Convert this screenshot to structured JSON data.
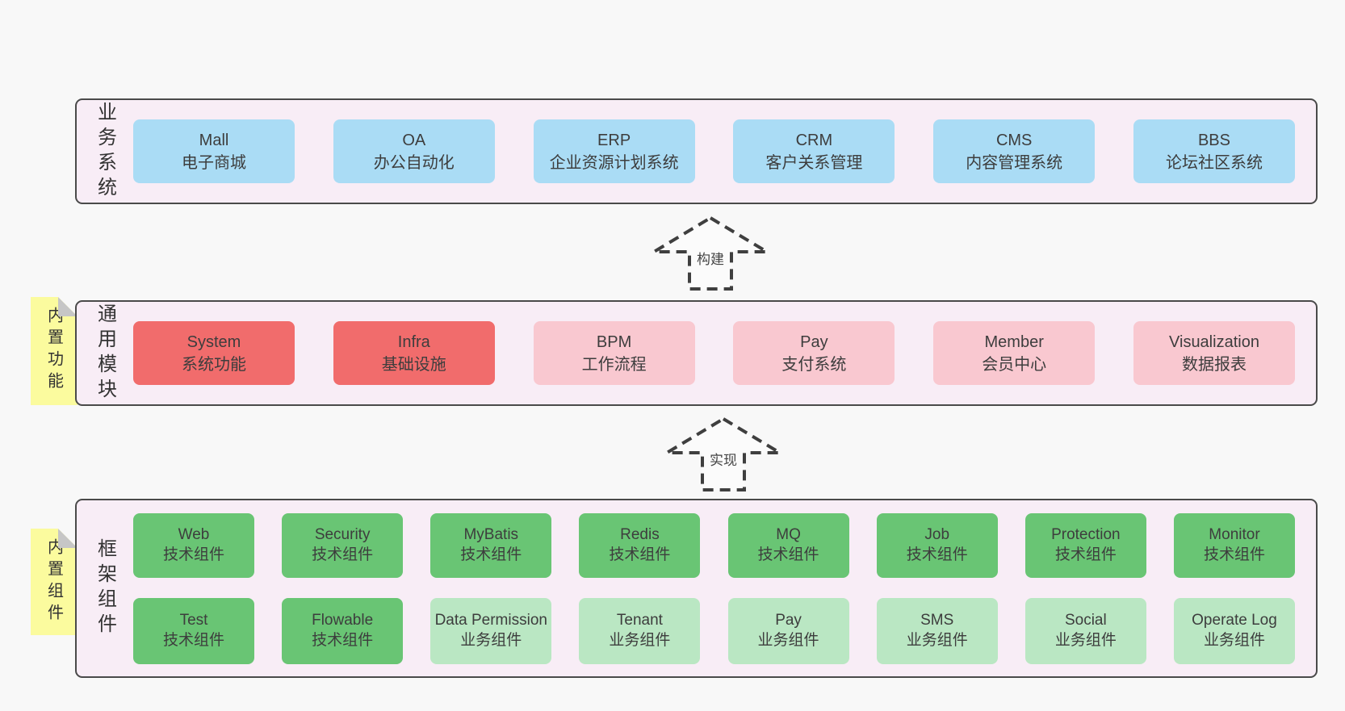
{
  "colors": {
    "page_bg": "#f8f8f8",
    "panel_bg": "#f8edf6",
    "panel_border": "#4a4a4a",
    "business_box": "#aadcf5",
    "core_module_box": "#f16c6c",
    "optional_module_box": "#f9c8d0",
    "tech_component_box": "#69c574",
    "biz_component_box": "#bae7c3",
    "sticky_note": "#fbfb9e",
    "sticky_fold": "#c6c6c6"
  },
  "arrows": [
    {
      "label": "构建"
    },
    {
      "label": "实现"
    }
  ],
  "panels": [
    {
      "side_label": "业务系统",
      "boxes": [
        {
          "title": "Mall",
          "subtitle": "电子商城"
        },
        {
          "title": "OA",
          "subtitle": "办公自动化"
        },
        {
          "title": "ERP",
          "subtitle": "企业资源计划系统"
        },
        {
          "title": "CRM",
          "subtitle": "客户关系管理"
        },
        {
          "title": "CMS",
          "subtitle": "内容管理系统"
        },
        {
          "title": "BBS",
          "subtitle": "论坛社区系统"
        }
      ]
    },
    {
      "side_label": "通用模块",
      "note": "内置功能",
      "boxes": [
        {
          "title": "System",
          "subtitle": "系统功能"
        },
        {
          "title": "Infra",
          "subtitle": "基础设施"
        },
        {
          "title": "BPM",
          "subtitle": "工作流程"
        },
        {
          "title": "Pay",
          "subtitle": "支付系统"
        },
        {
          "title": "Member",
          "subtitle": "会员中心"
        },
        {
          "title": "Visualization",
          "subtitle": "数据报表"
        }
      ]
    },
    {
      "side_label": "框架组件",
      "note": "内置组件",
      "row1": [
        {
          "title": "Web",
          "subtitle": "技术组件"
        },
        {
          "title": "Security",
          "subtitle": "技术组件"
        },
        {
          "title": "MyBatis",
          "subtitle": "技术组件"
        },
        {
          "title": "Redis",
          "subtitle": "技术组件"
        },
        {
          "title": "MQ",
          "subtitle": "技术组件"
        },
        {
          "title": "Job",
          "subtitle": "技术组件"
        },
        {
          "title": "Protection",
          "subtitle": "技术组件"
        },
        {
          "title": "Monitor",
          "subtitle": "技术组件"
        }
      ],
      "row2": [
        {
          "title": "Test",
          "subtitle": "技术组件"
        },
        {
          "title": "Flowable",
          "subtitle": "技术组件"
        },
        {
          "title": "Data Permission",
          "subtitle": "业务组件"
        },
        {
          "title": "Tenant",
          "subtitle": "业务组件"
        },
        {
          "title": "Pay",
          "subtitle": "业务组件"
        },
        {
          "title": "SMS",
          "subtitle": "业务组件"
        },
        {
          "title": "Social",
          "subtitle": "业务组件"
        },
        {
          "title": "Operate Log",
          "subtitle": "业务组件"
        }
      ]
    }
  ]
}
